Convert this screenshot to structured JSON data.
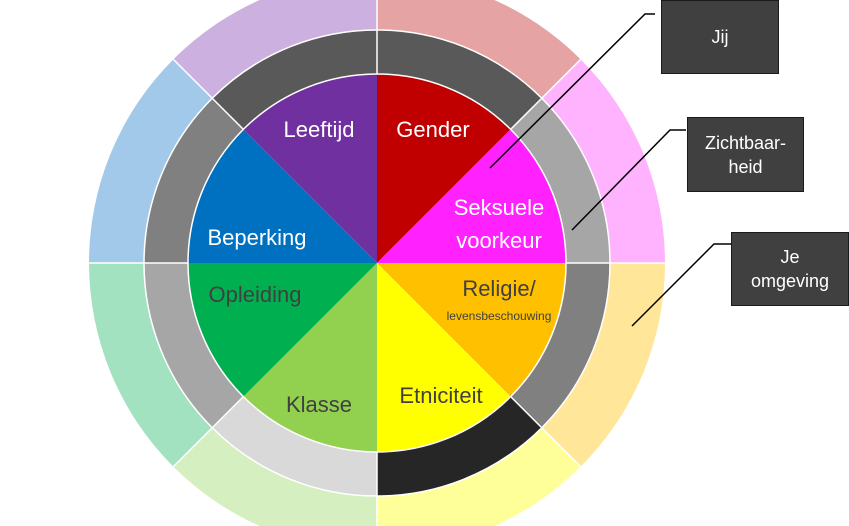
{
  "segments": [
    {
      "id": "gender",
      "label": "Gender",
      "color": "#C00000",
      "text_color": "#ffffff"
    },
    {
      "id": "seksuele-voorkeur",
      "label": "Seksuele voorkeur",
      "lines": [
        "Seksuele",
        "voorkeur"
      ],
      "color": "#FF22FF",
      "text_color": "#ffffff"
    },
    {
      "id": "religie",
      "label": "Religie/ levensbeschouwing",
      "lines": [
        "Religie/",
        "levensbeschouwing"
      ],
      "color": "#FFC000",
      "text_color": "#404040"
    },
    {
      "id": "etniciteit",
      "label": "Etniciteit",
      "color": "#FFFF00",
      "text_color": "#404040"
    },
    {
      "id": "klasse",
      "label": "Klasse",
      "color": "#92D050",
      "text_color": "#404040"
    },
    {
      "id": "opleiding",
      "label": "Opleiding",
      "color": "#00B050",
      "text_color": "#404040"
    },
    {
      "id": "beperking",
      "label": "Beperking",
      "color": "#0070C0",
      "text_color": "#ffffff"
    },
    {
      "id": "leeftijd",
      "label": "Leeftijd",
      "color": "#7030A0",
      "text_color": "#ffffff"
    }
  ],
  "middle_ring_colors": [
    "#595959",
    "#A6A6A6",
    "#808080",
    "#262626",
    "#D9D9D9",
    "#A6A6A6",
    "#808080",
    "#595959"
  ],
  "outer_ring_colors": [
    "#E6A3A3",
    "#FFB3FF",
    "#FFE699",
    "#FFFF99",
    "#D6EFC0",
    "#A3E2C0",
    "#A3C9EA",
    "#CCB0E0"
  ],
  "callouts": {
    "jij": "Jij",
    "zichtbaarheid": "Zichtbaar-\nheid",
    "je_omgeving": "Je\nomgeving"
  }
}
